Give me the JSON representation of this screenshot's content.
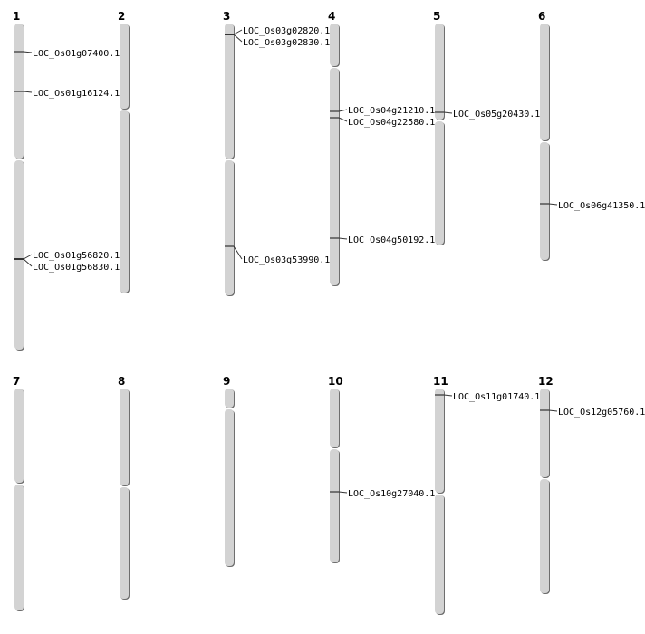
{
  "title": "Chromosome gene location map",
  "colors": {
    "chromosome_fill": "#d3d3d3",
    "chromosome_edge": "#6e6e6e",
    "marker": "#333333"
  },
  "chromosomes": [
    {
      "name": "1",
      "genes": [
        "LOC_Os01g07400.1",
        "LOC_Os01g16124.1",
        "LOC_Os01g56820.1",
        "LOC_Os01g56830.1"
      ]
    },
    {
      "name": "2",
      "genes": []
    },
    {
      "name": "3",
      "genes": [
        "LOC_Os03g02820.1",
        "LOC_Os03g02830.1",
        "LOC_Os03g53990.1"
      ]
    },
    {
      "name": "4",
      "genes": [
        "LOC_Os04g21210.1",
        "LOC_Os04g22580.1",
        "LOC_Os04g50192.1"
      ]
    },
    {
      "name": "5",
      "genes": [
        "LOC_Os05g20430.1"
      ]
    },
    {
      "name": "6",
      "genes": [
        "LOC_Os06g41350.1"
      ]
    },
    {
      "name": "7",
      "genes": []
    },
    {
      "name": "8",
      "genes": []
    },
    {
      "name": "9",
      "genes": []
    },
    {
      "name": "10",
      "genes": [
        "LOC_Os10g27040.1"
      ]
    },
    {
      "name": "11",
      "genes": [
        "LOC_Os11g01740.1"
      ]
    },
    {
      "name": "12",
      "genes": [
        "LOC_Os12g05760.1"
      ]
    }
  ]
}
